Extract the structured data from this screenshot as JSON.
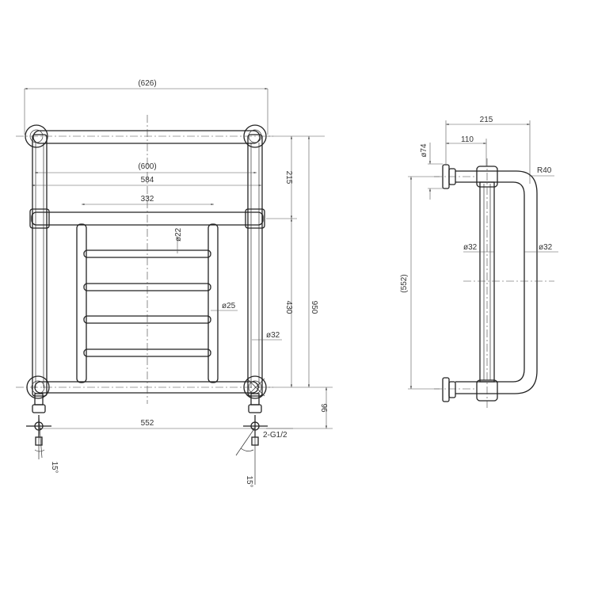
{
  "front_view": {
    "dimensions": {
      "overall_width_ref": "(626)",
      "centres_width_ref": "(600)",
      "upright_span": "584",
      "ladder_width": "332",
      "bottom_centres": "552",
      "top_gap": "215",
      "ladder_height": "430",
      "overall_height": "950",
      "valve_drop": "96"
    },
    "annotations": {
      "bar_diameter_small": "ø22",
      "bar_diameter_mid": "ø25",
      "upright_diameter": "ø32",
      "connection": "2-G1/2",
      "valve_angle_left": "15°",
      "valve_angle_right": "15°"
    }
  },
  "side_view": {
    "dimensions": {
      "total_depth": "215",
      "wall_offset": "110",
      "rosette_diameter": "ø74",
      "bend_radius": "R40",
      "height_ref": "(552)"
    },
    "annotations": {
      "front_pipe_diameter": "ø32",
      "rear_pipe_diameter": "ø32"
    }
  }
}
